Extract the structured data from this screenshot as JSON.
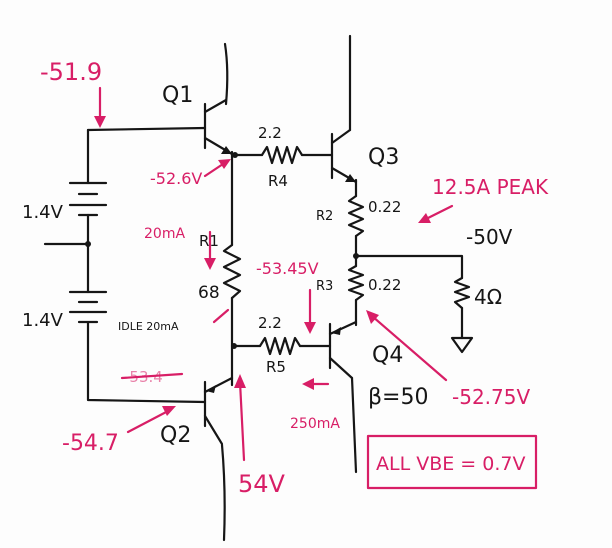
{
  "components": {
    "q1": "Q1",
    "q2": "Q2",
    "q3": "Q3",
    "q4": "Q4",
    "r1": "R1",
    "r1_value": "68",
    "r2": "R2",
    "r2_value": "0.22",
    "r3": "R3",
    "r3_value": "0.22",
    "r4": "R4",
    "r4_value": "2.2",
    "r5": "R5",
    "r5_value": "2.2",
    "battery_top": "1.4V",
    "battery_bottom": "1.4V",
    "load": "4Ω",
    "supply_neg": "-50V"
  },
  "annotations": {
    "v_q1_base": "-51.9",
    "v_q1_emitter": "-52.6V",
    "i_r1": "20mA",
    "i_idle": "IDLE 20mA",
    "v_q4_base": "-53.45V",
    "i_r5": "250mA",
    "v_q2_base": "-54.7",
    "v_q2_node": "-53.4",
    "v_supply": "54V",
    "i_peak": "12.5A PEAK",
    "beta": "β=50",
    "v_q4_emitter": "-52.75V",
    "vbe_note": "ALL VBE = 0.7V"
  },
  "colors": {
    "ink": "#161616",
    "annotation": "#d81e66"
  }
}
